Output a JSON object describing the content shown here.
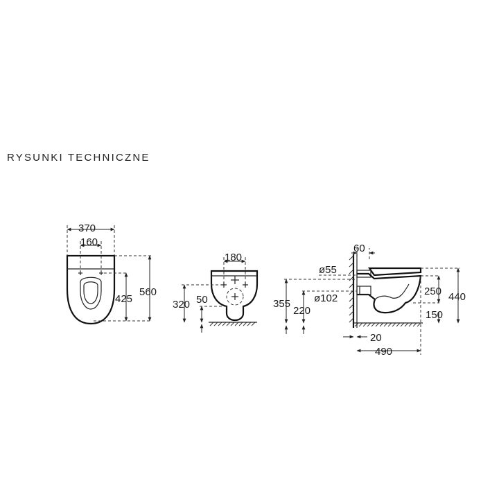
{
  "title": "RYSUNKI TECHNICZNE",
  "front_view": {
    "dims": {
      "width": "370",
      "holes": "160",
      "height_holes": "425",
      "height_total": "560"
    }
  },
  "side_view": {
    "dims": {
      "holes": "180",
      "height": "320",
      "outlet": "50"
    }
  },
  "profile_view": {
    "dims": {
      "top_offset": "60",
      "d55": "ø55",
      "d102": "ø102",
      "h355": "355",
      "h220": "220",
      "h250": "250",
      "h440": "440",
      "h150": "150",
      "w20": "20",
      "w490": "490"
    }
  }
}
